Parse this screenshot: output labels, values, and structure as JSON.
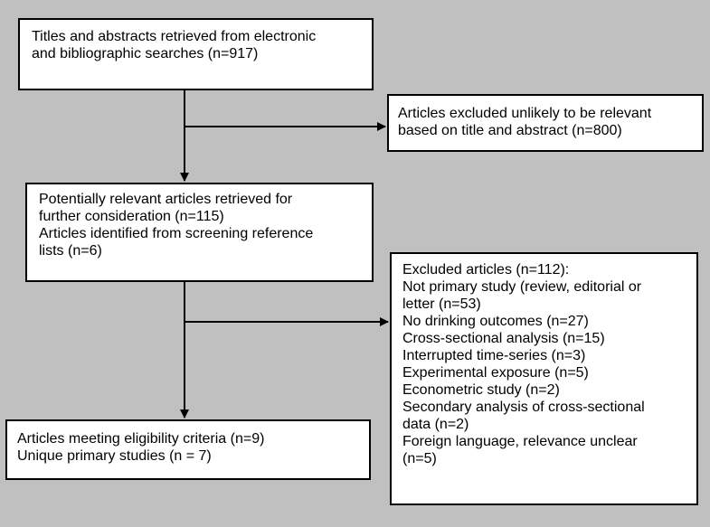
{
  "boxes": {
    "records_identified": {
      "lines": [
        "Titles and abstracts retrieved from electronic",
        "and bibliographic searches (n=917)"
      ]
    },
    "excluded_title_abstract": {
      "lines": [
        "Articles excluded unlikely to be relevant",
        "based on title and abstract (n=800)"
      ]
    },
    "potentially_relevant": {
      "lines": [
        "Potentially relevant articles retrieved for",
        "further consideration (n=115)",
        "Articles identified from screening reference",
        "lists (n=6)"
      ]
    },
    "excluded_articles": {
      "lines": [
        "Excluded articles (n=112):",
        "Not primary study (review, editorial or",
        "letter (n=53)",
        "No drinking outcomes (n=27)",
        "Cross-sectional analysis (n=15)",
        "Interrupted time-series (n=3)",
        "Experimental exposure (n=5)",
        "Econometric study (n=2)",
        "Secondary analysis of cross-sectional",
        "data (n=2)",
        "Foreign language, relevance unclear",
        "(n=5)"
      ]
    },
    "eligible": {
      "lines": [
        "Articles meeting eligibility criteria (n=9)",
        "Unique primary studies (n = 7)"
      ]
    }
  },
  "colors": {
    "background": "#c0c0c0",
    "box_fill": "#ffffff",
    "stroke": "#000000"
  }
}
